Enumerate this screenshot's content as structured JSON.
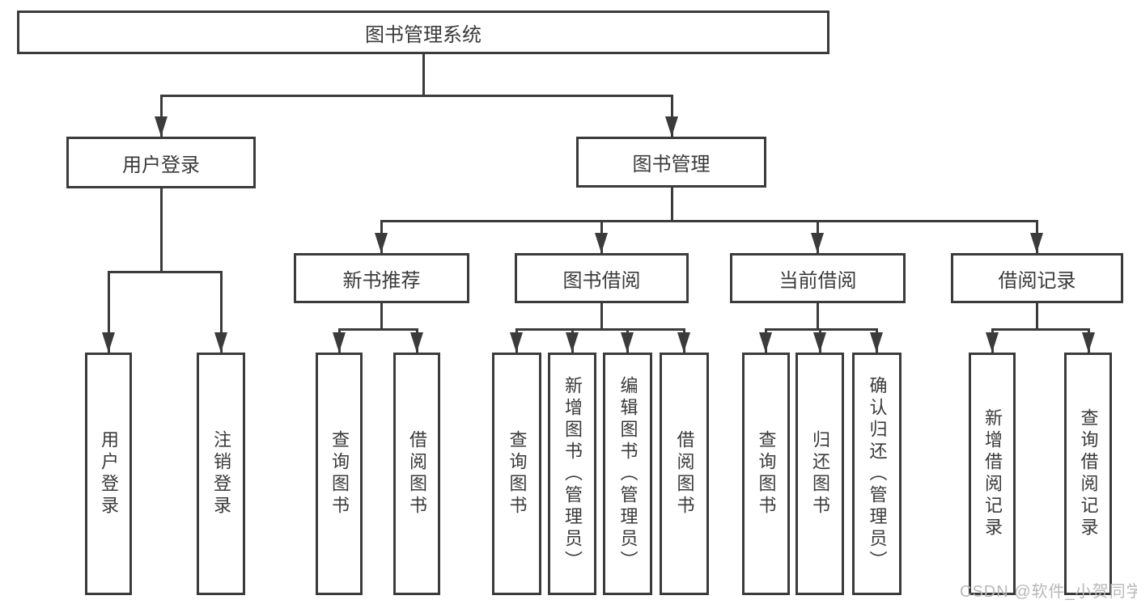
{
  "colors": {
    "line": "#3b3b3b",
    "ink": "#3a3a3a",
    "bg": "#ffffff",
    "watermark": "#b8b8b8"
  },
  "diagram": {
    "root": {
      "label": "图书管理系统"
    },
    "level1": [
      {
        "label": "用户登录",
        "children": [
          {
            "label": "用户登录"
          },
          {
            "label": "注销登录"
          }
        ]
      },
      {
        "label": "图书管理",
        "children": [
          {
            "label": "新书推荐",
            "children": [
              {
                "label": "查询图书"
              },
              {
                "label": "借阅图书"
              }
            ]
          },
          {
            "label": "图书借阅",
            "children": [
              {
                "label": "查询图书"
              },
              {
                "label": "新增图书（管理员）"
              },
              {
                "label": "编辑图书（管理员）"
              },
              {
                "label": "借阅图书"
              }
            ]
          },
          {
            "label": "当前借阅",
            "children": [
              {
                "label": "查询图书"
              },
              {
                "label": "归还图书"
              },
              {
                "label": "确认归还（管理员）"
              }
            ]
          },
          {
            "label": "借阅记录",
            "children": [
              {
                "label": "新增借阅记录"
              },
              {
                "label": "查询借阅记录"
              }
            ]
          }
        ]
      }
    ]
  },
  "watermark": {
    "text": "CSDN @软件_小贺同学"
  }
}
